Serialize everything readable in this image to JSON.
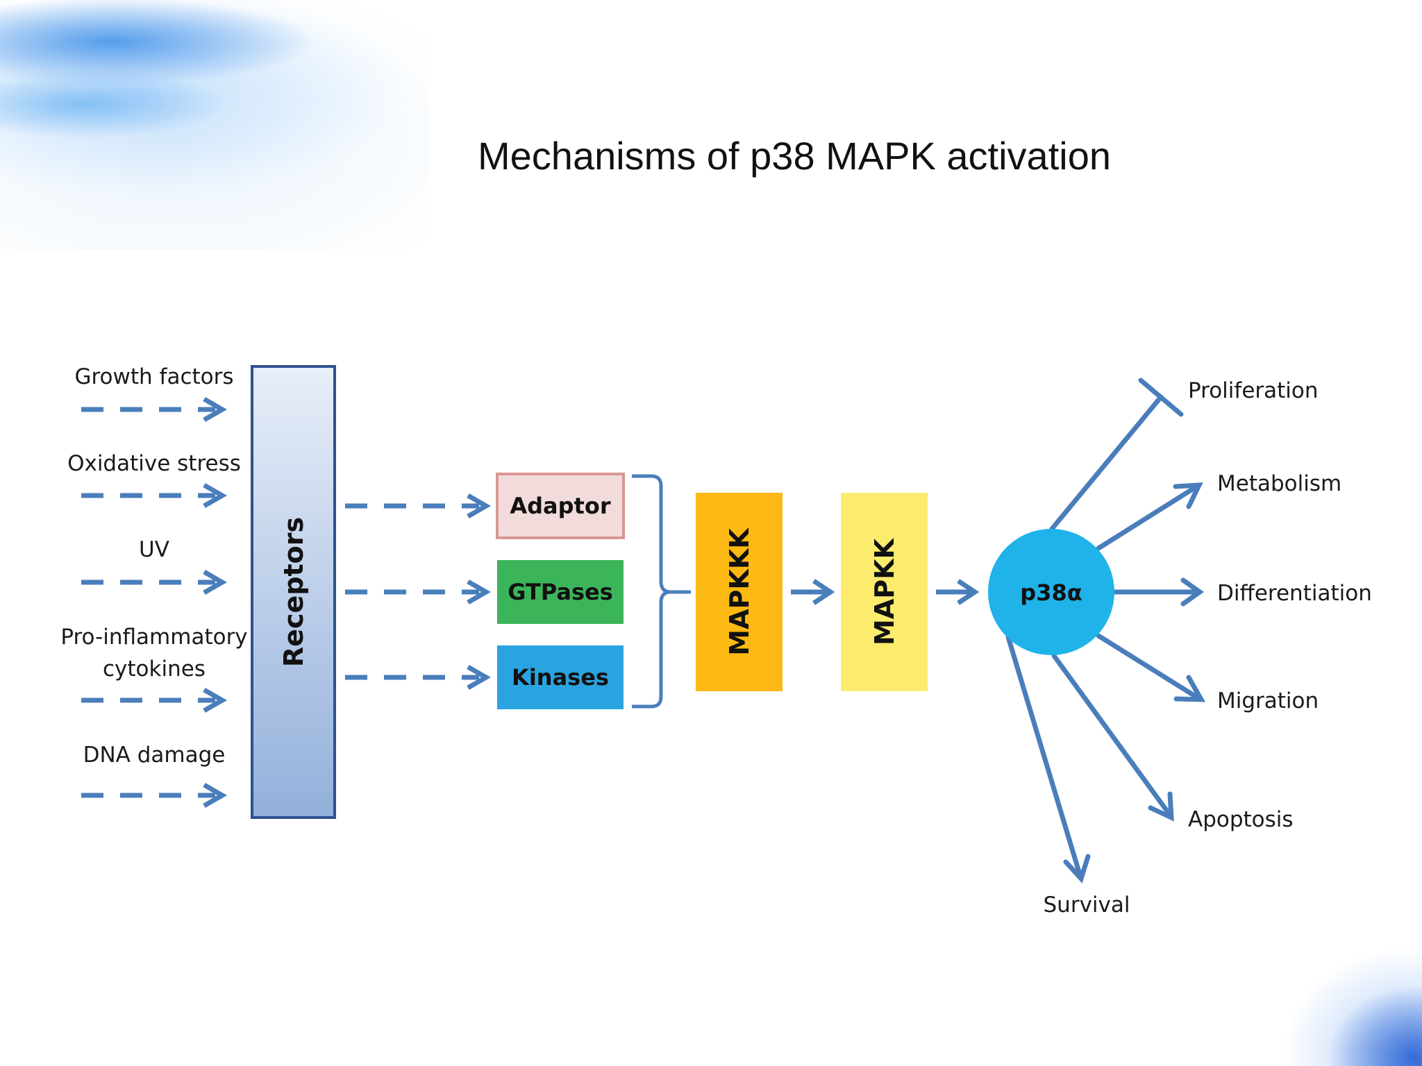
{
  "title": "Mechanisms of p38 MAPK activation",
  "inputs": [
    "Growth factors",
    "Oxidative stress",
    "UV",
    "Pro-inflammatory",
    "cytokines",
    "DNA damage"
  ],
  "receptors": "Receptors",
  "adaptors": [
    "Adaptor",
    "GTPases",
    "Kinases"
  ],
  "mapkkk": "MAPKKK",
  "mapkk": "MAPKK",
  "p38": "p38α",
  "outcomes": [
    "Proliferation",
    "Metabolism",
    "Differentiation",
    "Migration",
    "Apoptosis",
    "Survival"
  ],
  "colors": {
    "arrow": "#4a7ebb",
    "adaptor_fill": "#f2dcdb",
    "adaptor_border": "#d99694",
    "gtpases": "#3cb55a",
    "kinases": "#2aa4e0",
    "mapkkk": "#fdb913",
    "mapkk": "#fbec6e",
    "p38": "#1fb3ea",
    "receptors_top": "#e8eef8",
    "receptors_bottom": "#93b0db"
  }
}
